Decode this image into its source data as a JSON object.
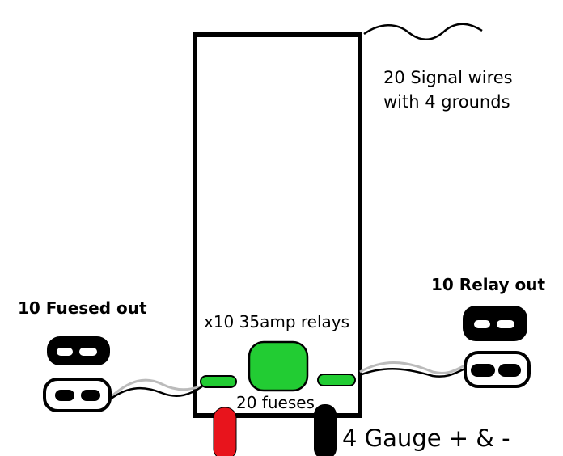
{
  "labels": {
    "signal_wires_line1": "20 Signal wires",
    "signal_wires_line2": "with 4 grounds",
    "relay_out": "10 Relay out",
    "fused_out": "10 Fuesed out",
    "relays": "x10 35amp relays",
    "fuses": "20 fueses",
    "power": "4 Gauge + & -"
  },
  "colors": {
    "outline": "#000000",
    "relay_green": "#22cc33",
    "fuse_green": "#22cc33",
    "positive_wire": "#e8141c",
    "negative_wire": "#000000",
    "connector_dark": "#000000",
    "connector_light": "#ffffff",
    "wire_shadow": "#bbbbbb"
  }
}
